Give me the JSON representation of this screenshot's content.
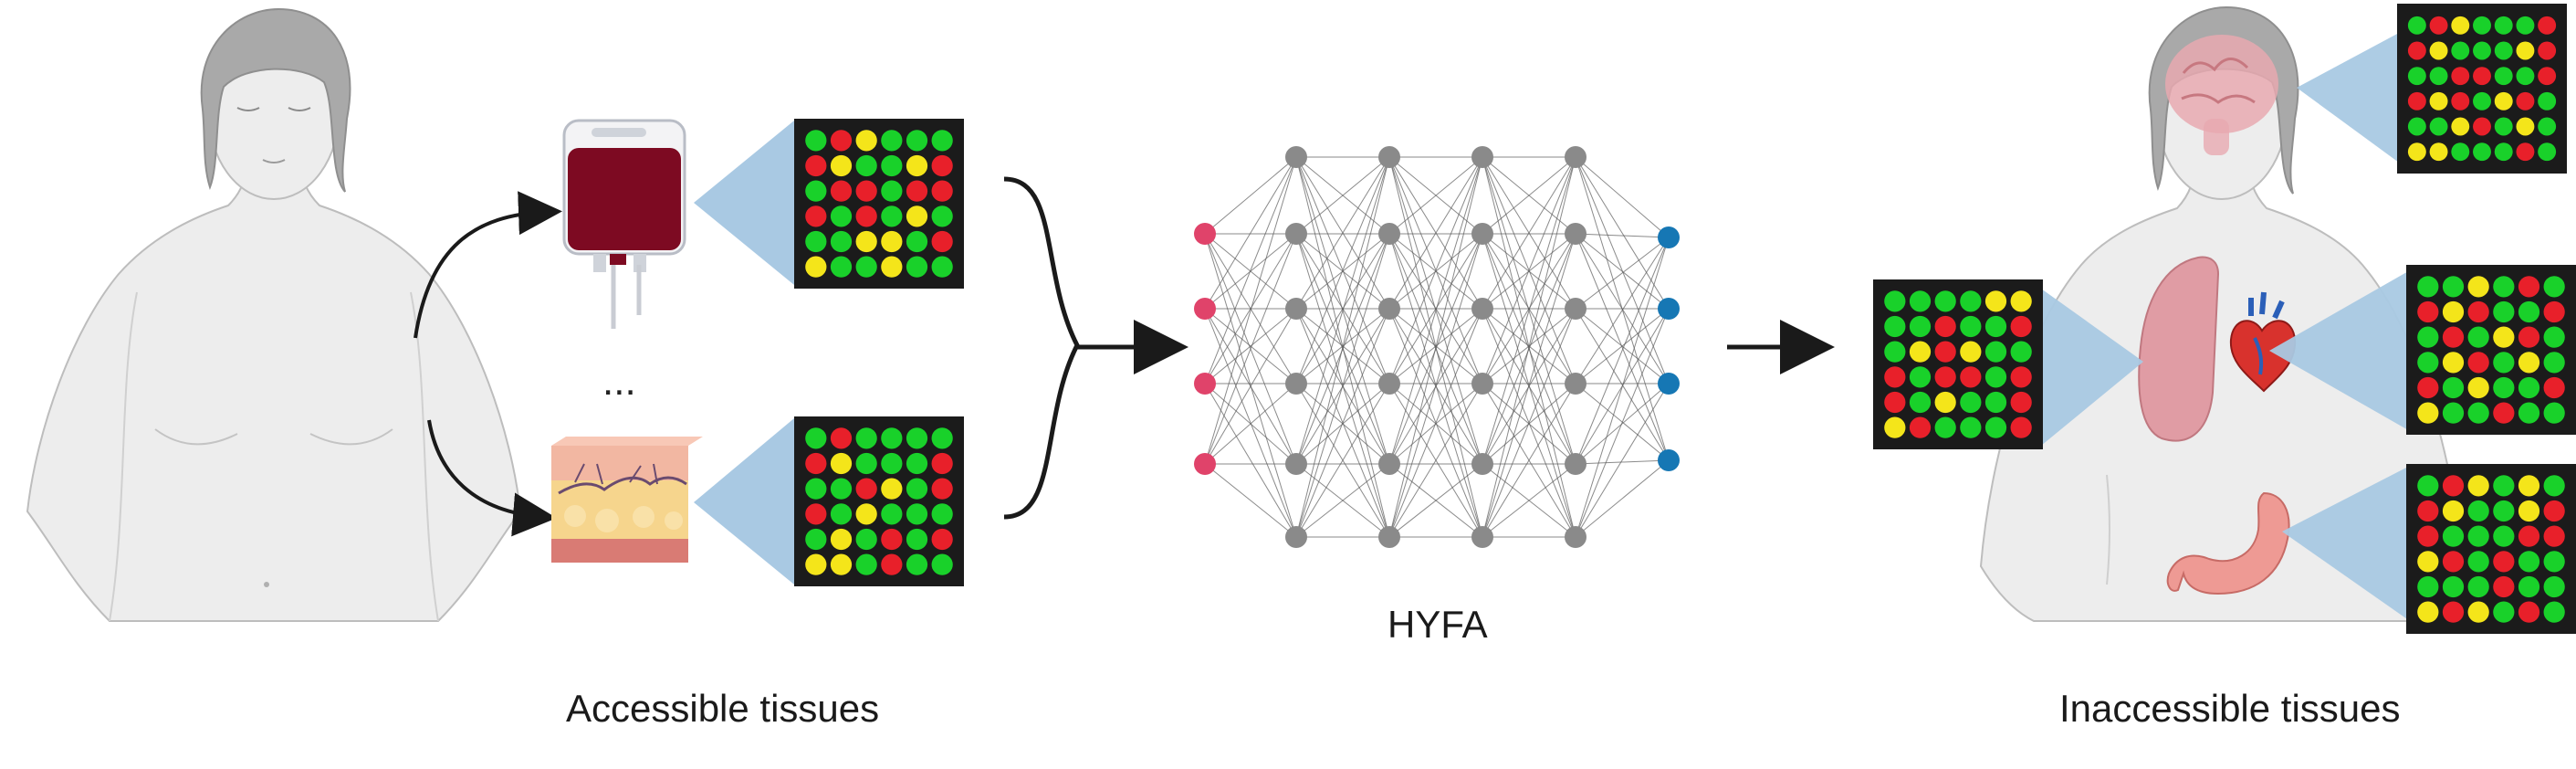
{
  "labels": {
    "accessible": "Accessible tissues",
    "model": "HYFA",
    "inaccessible": "Inaccessible tissues",
    "ellipsis": "..."
  },
  "colors": {
    "body_fill": "#ededed",
    "body_stroke": "#bdbdbd",
    "hair": "#a9a9a9",
    "beam": "#a9c9e3",
    "grid_bg": "#1b1b1b",
    "red": "#e8202a",
    "yellow": "#f4e51a",
    "green": "#19d12a",
    "gray": "#5e5e5e",
    "input_node": "#e0436a",
    "hidden_node": "#8a8a8a",
    "output_node": "#1677b4",
    "blood": "#7d0a22"
  },
  "icons": [
    "blood-bag-icon",
    "skin-tissue-icon",
    "brain-icon",
    "lung-icon",
    "heart-icon",
    "stomach-icon"
  ],
  "network": {
    "layers": [
      4,
      6,
      6,
      6,
      6,
      4
    ]
  },
  "grids": {
    "blood": [
      "gryggg",
      "ryggyr",
      "grrgrr",
      "rgrgyg",
      "ggyygr",
      "yggygg"
    ],
    "skin": [
      "grgggg",
      "rygggr",
      "ggrygr",
      "rgyggg",
      "gygrgr",
      "yygrgg"
    ],
    "left_organ": [
      "ggggyy",
      "ggrggr",
      "gyrygg",
      "rgrrgr",
      "rgyggr",
      "yrgggr"
    ],
    "brain": [
      "grygggr",
      "rygggyr",
      "ggrrggr",
      "ryrgyrg",
      "ggyrgyg",
      "yygggrg"
    ],
    "heart": [
      "ggygrg",
      "ryrggr",
      "grgyrg",
      "gyrgyg",
      "rgyggr",
      "yggrgg"
    ],
    "stomach": [
      "grygyg",
      "ryggyr",
      "rgggrr",
      "yrgrgg",
      "gggrgg",
      "yrygrg"
    ]
  }
}
